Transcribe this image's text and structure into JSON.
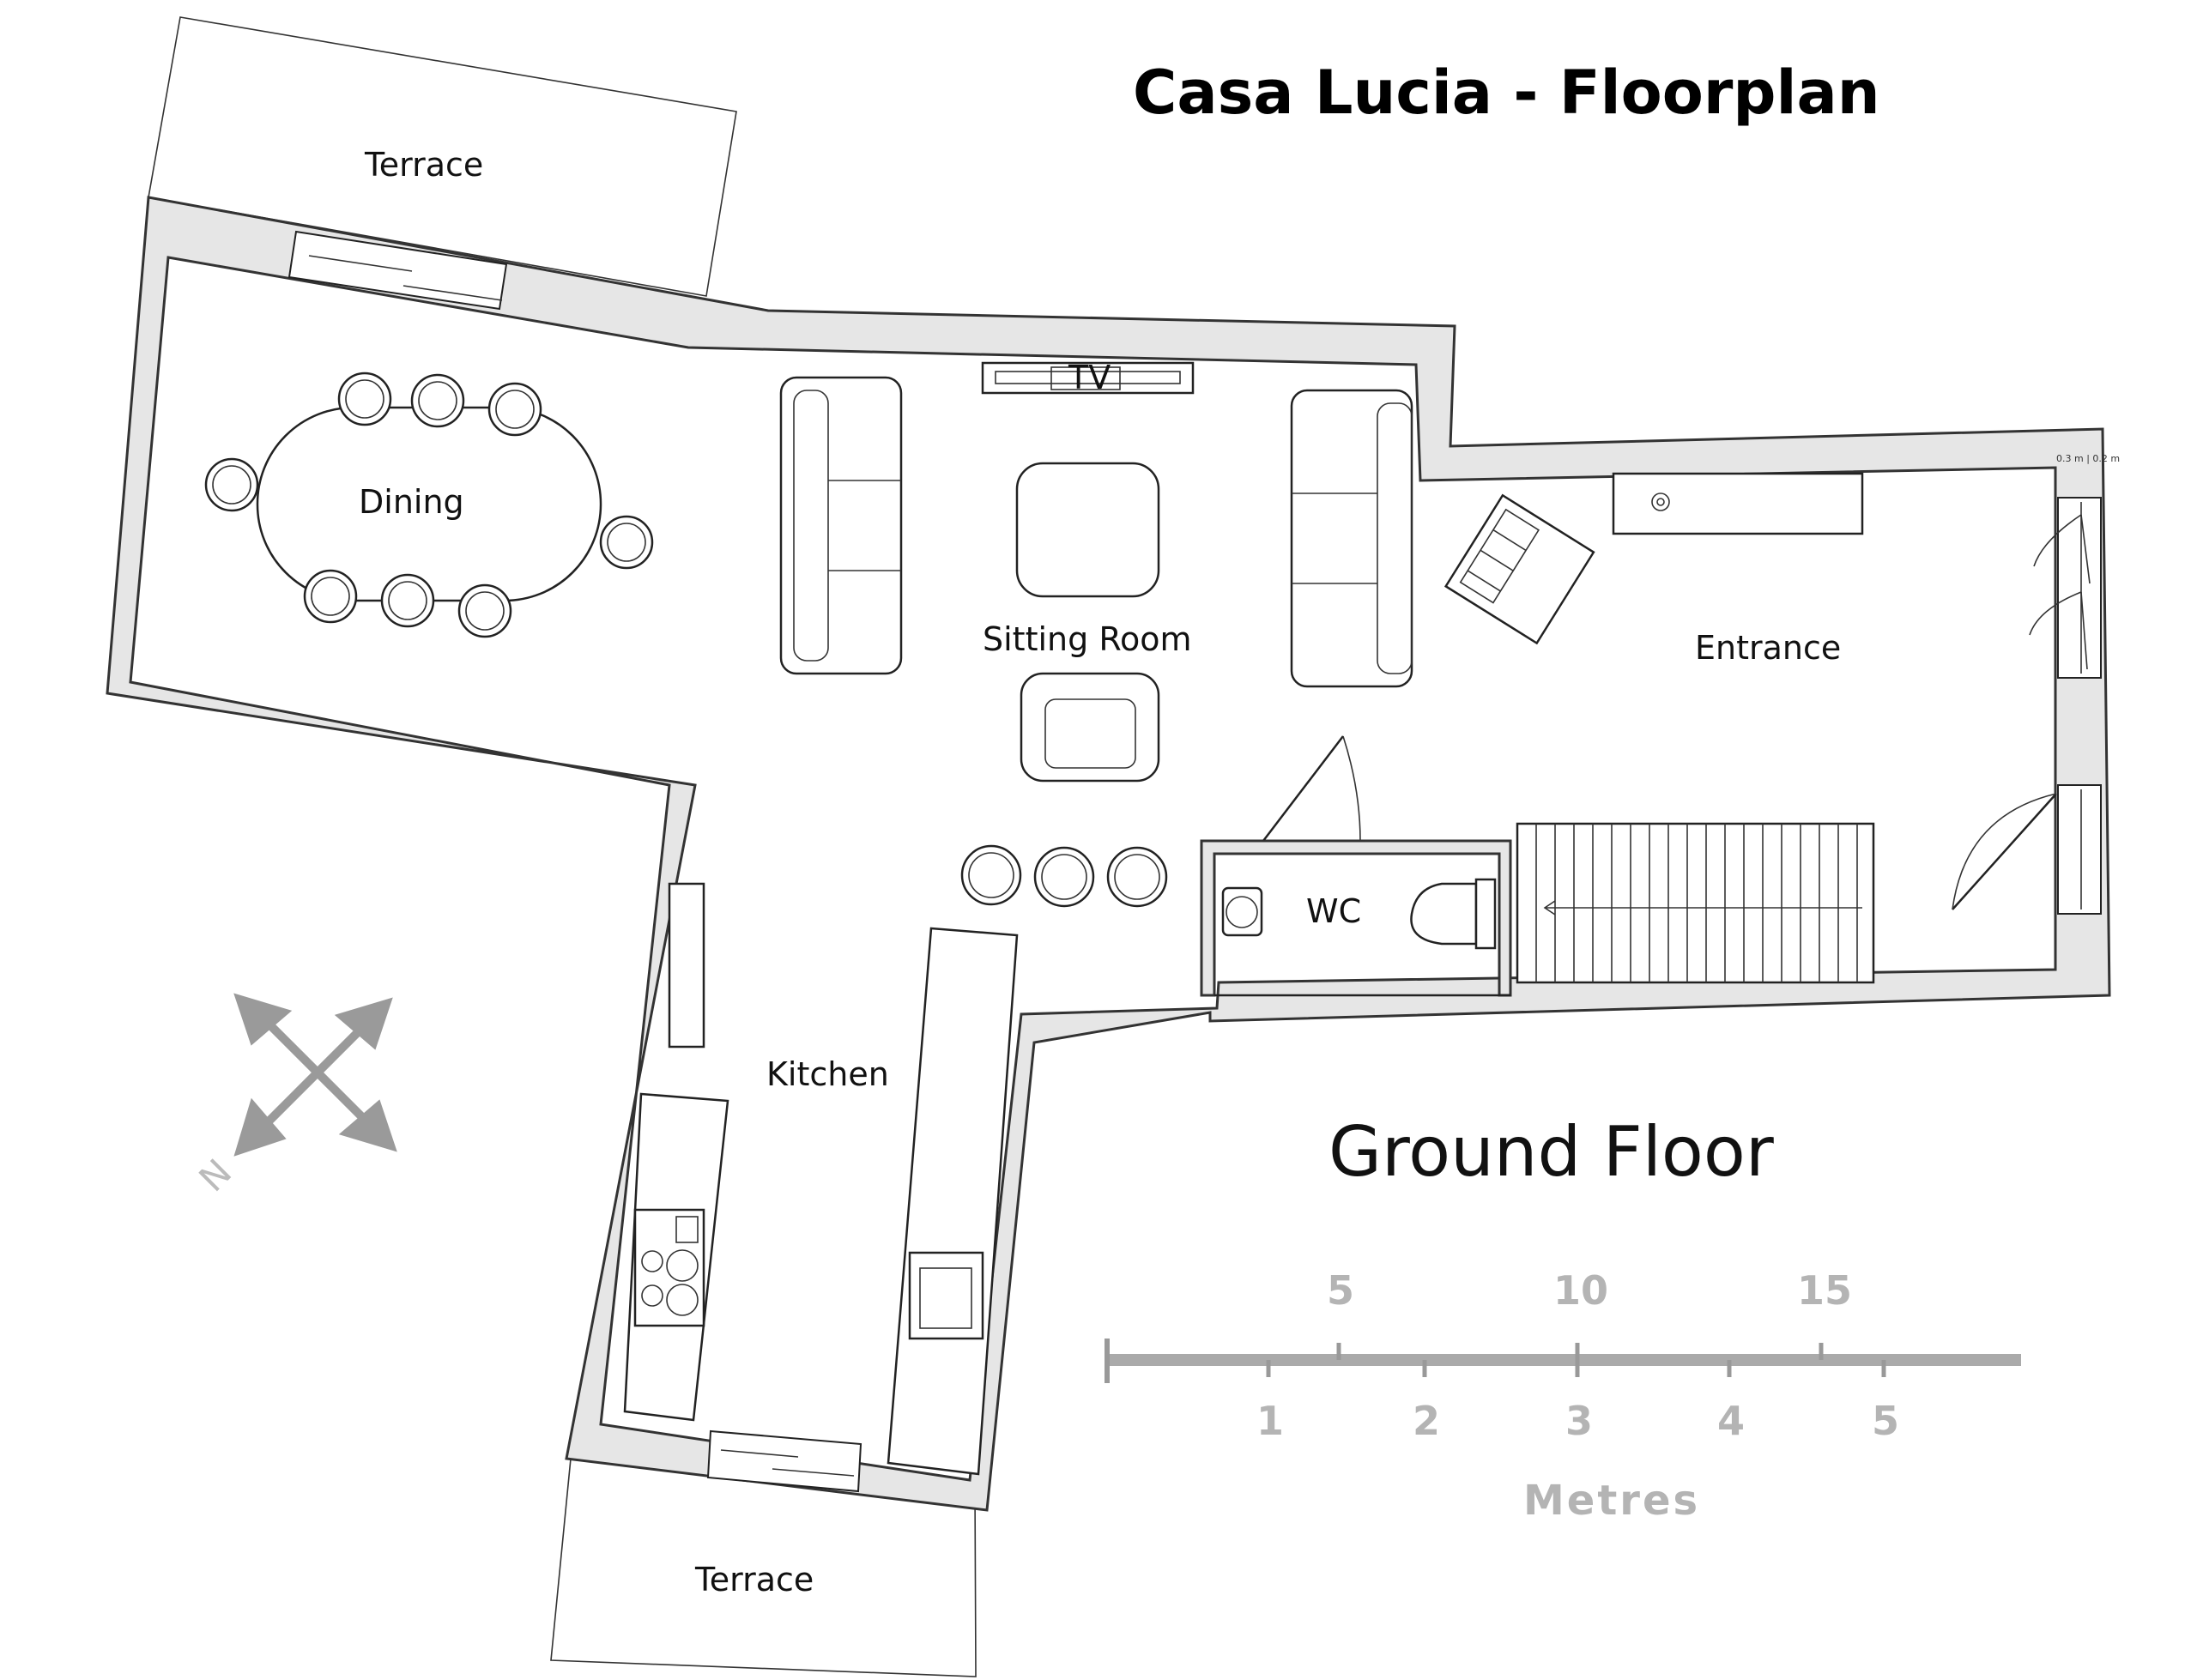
{
  "title": "Casa Lucia - Floorplan",
  "floor_label": "Ground Floor",
  "rooms": {
    "terrace_top": "Terrace",
    "dining": "Dining",
    "tv": "TV",
    "sitting_room": "Sitting Room",
    "entrance": "Entrance",
    "wc": "WC",
    "kitchen": "Kitchen",
    "terrace_bottom": "Terrace"
  },
  "window_note": "0.3 m | 0.2 m",
  "scale": {
    "upper_ticks": [
      "5",
      "10",
      "15"
    ],
    "lower_ticks": [
      "1",
      "2",
      "3",
      "4",
      "5"
    ],
    "unit": "Metres"
  },
  "colors": {
    "wall_fill": "#e6e6e6",
    "line": "#222222",
    "scale_gray": "#b4b4b4"
  }
}
